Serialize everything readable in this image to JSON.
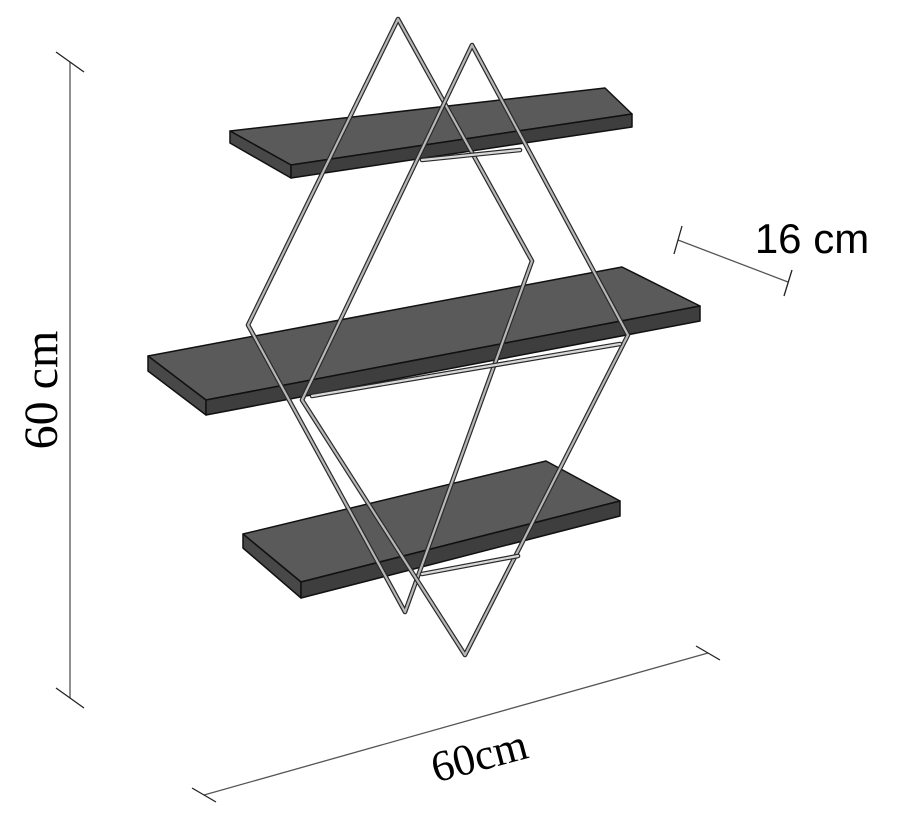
{
  "dimensions": {
    "height_label": "60 cm",
    "depth_label": "16 cm",
    "width_label": "60cm"
  },
  "colors": {
    "shelf": "#5a5a5a",
    "frame": "#b7b7b7",
    "outline": "#111111",
    "dimension_line": "#555555"
  }
}
